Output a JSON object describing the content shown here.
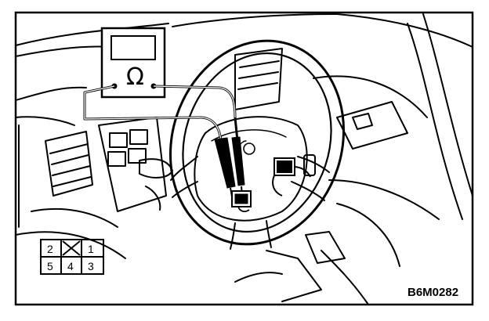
{
  "figure_code": "B6M0282",
  "meter": {
    "unit_symbol": "Ω"
  },
  "connector": {
    "top_row": [
      "2",
      "",
      "1"
    ],
    "bottom_row": [
      "5",
      "4",
      "3"
    ]
  },
  "colors": {
    "ink": "#000000",
    "paper": "#ffffff"
  },
  "icons": [
    "ohmmeter-icon",
    "steering-wheel-icon",
    "connector-pin-diagram-icon"
  ]
}
